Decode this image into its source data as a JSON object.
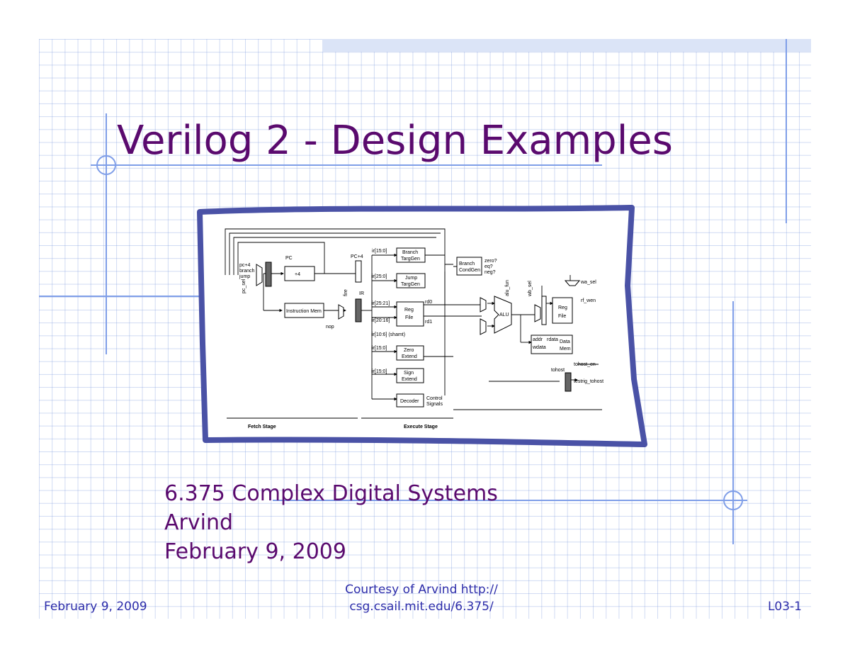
{
  "slide": {
    "title": "Verilog 2 - Design Examples",
    "subtitle_lines": [
      "6.375 Complex Digital Systems",
      "Arvind",
      "February 9, 2009"
    ],
    "footer": {
      "left": "February 9, 2009",
      "center_line1": "Courtesy of Arvind http://",
      "center_line2": "csg.csail.mit.edu/6.375/",
      "right": "L03-1"
    }
  },
  "diagram": {
    "blocks": {
      "pc": "PC",
      "plus4": "+4",
      "instr_mem": "Instruction Mem",
      "ir": "IR",
      "pc4": "PC+4",
      "branch_targ": [
        "Branch",
        "TargGen"
      ],
      "jump_targ": [
        "Jump",
        "TargGen"
      ],
      "branch_cond": [
        "Branch",
        "CondGen"
      ],
      "reg_file": [
        "Reg",
        "File"
      ],
      "alu": "ALU",
      "zero_ext": [
        "Zero",
        "Extend"
      ],
      "sign_ext": [
        "Sign",
        "Extend"
      ],
      "decoder": "Decoder",
      "control": [
        "Control",
        "Signals"
      ],
      "data_mem": [
        "Data",
        "Mem"
      ],
      "wb_reg_file": [
        "Reg",
        "File"
      ],
      "tohost": "tohost"
    },
    "labels": {
      "pc_inputs": [
        "pc+4",
        "branch",
        "jump"
      ],
      "pc_sel": "pc_sel",
      "nop": "nop",
      "fire": "fire",
      "ir_fields": [
        "ir[15:0]",
        "ir[25:0]",
        "ir[25:21]",
        "ir[20:16]",
        "ir[10:6] (shamt)",
        "ir[15:0]",
        "ir[15:0]"
      ],
      "cond_out": [
        "zero?",
        "eq?",
        "neg?"
      ],
      "rd0": "rd0",
      "rd1": "rd1",
      "alu_fun": "alu_fun",
      "mem_ports": [
        "addr",
        "wdata",
        "rdata"
      ],
      "wb": [
        "wb_sel",
        "rf_wen",
        "tohost_en",
        "testrig_tohost"
      ],
      "stages": [
        "Fetch Stage",
        "Execute Stage"
      ]
    }
  }
}
